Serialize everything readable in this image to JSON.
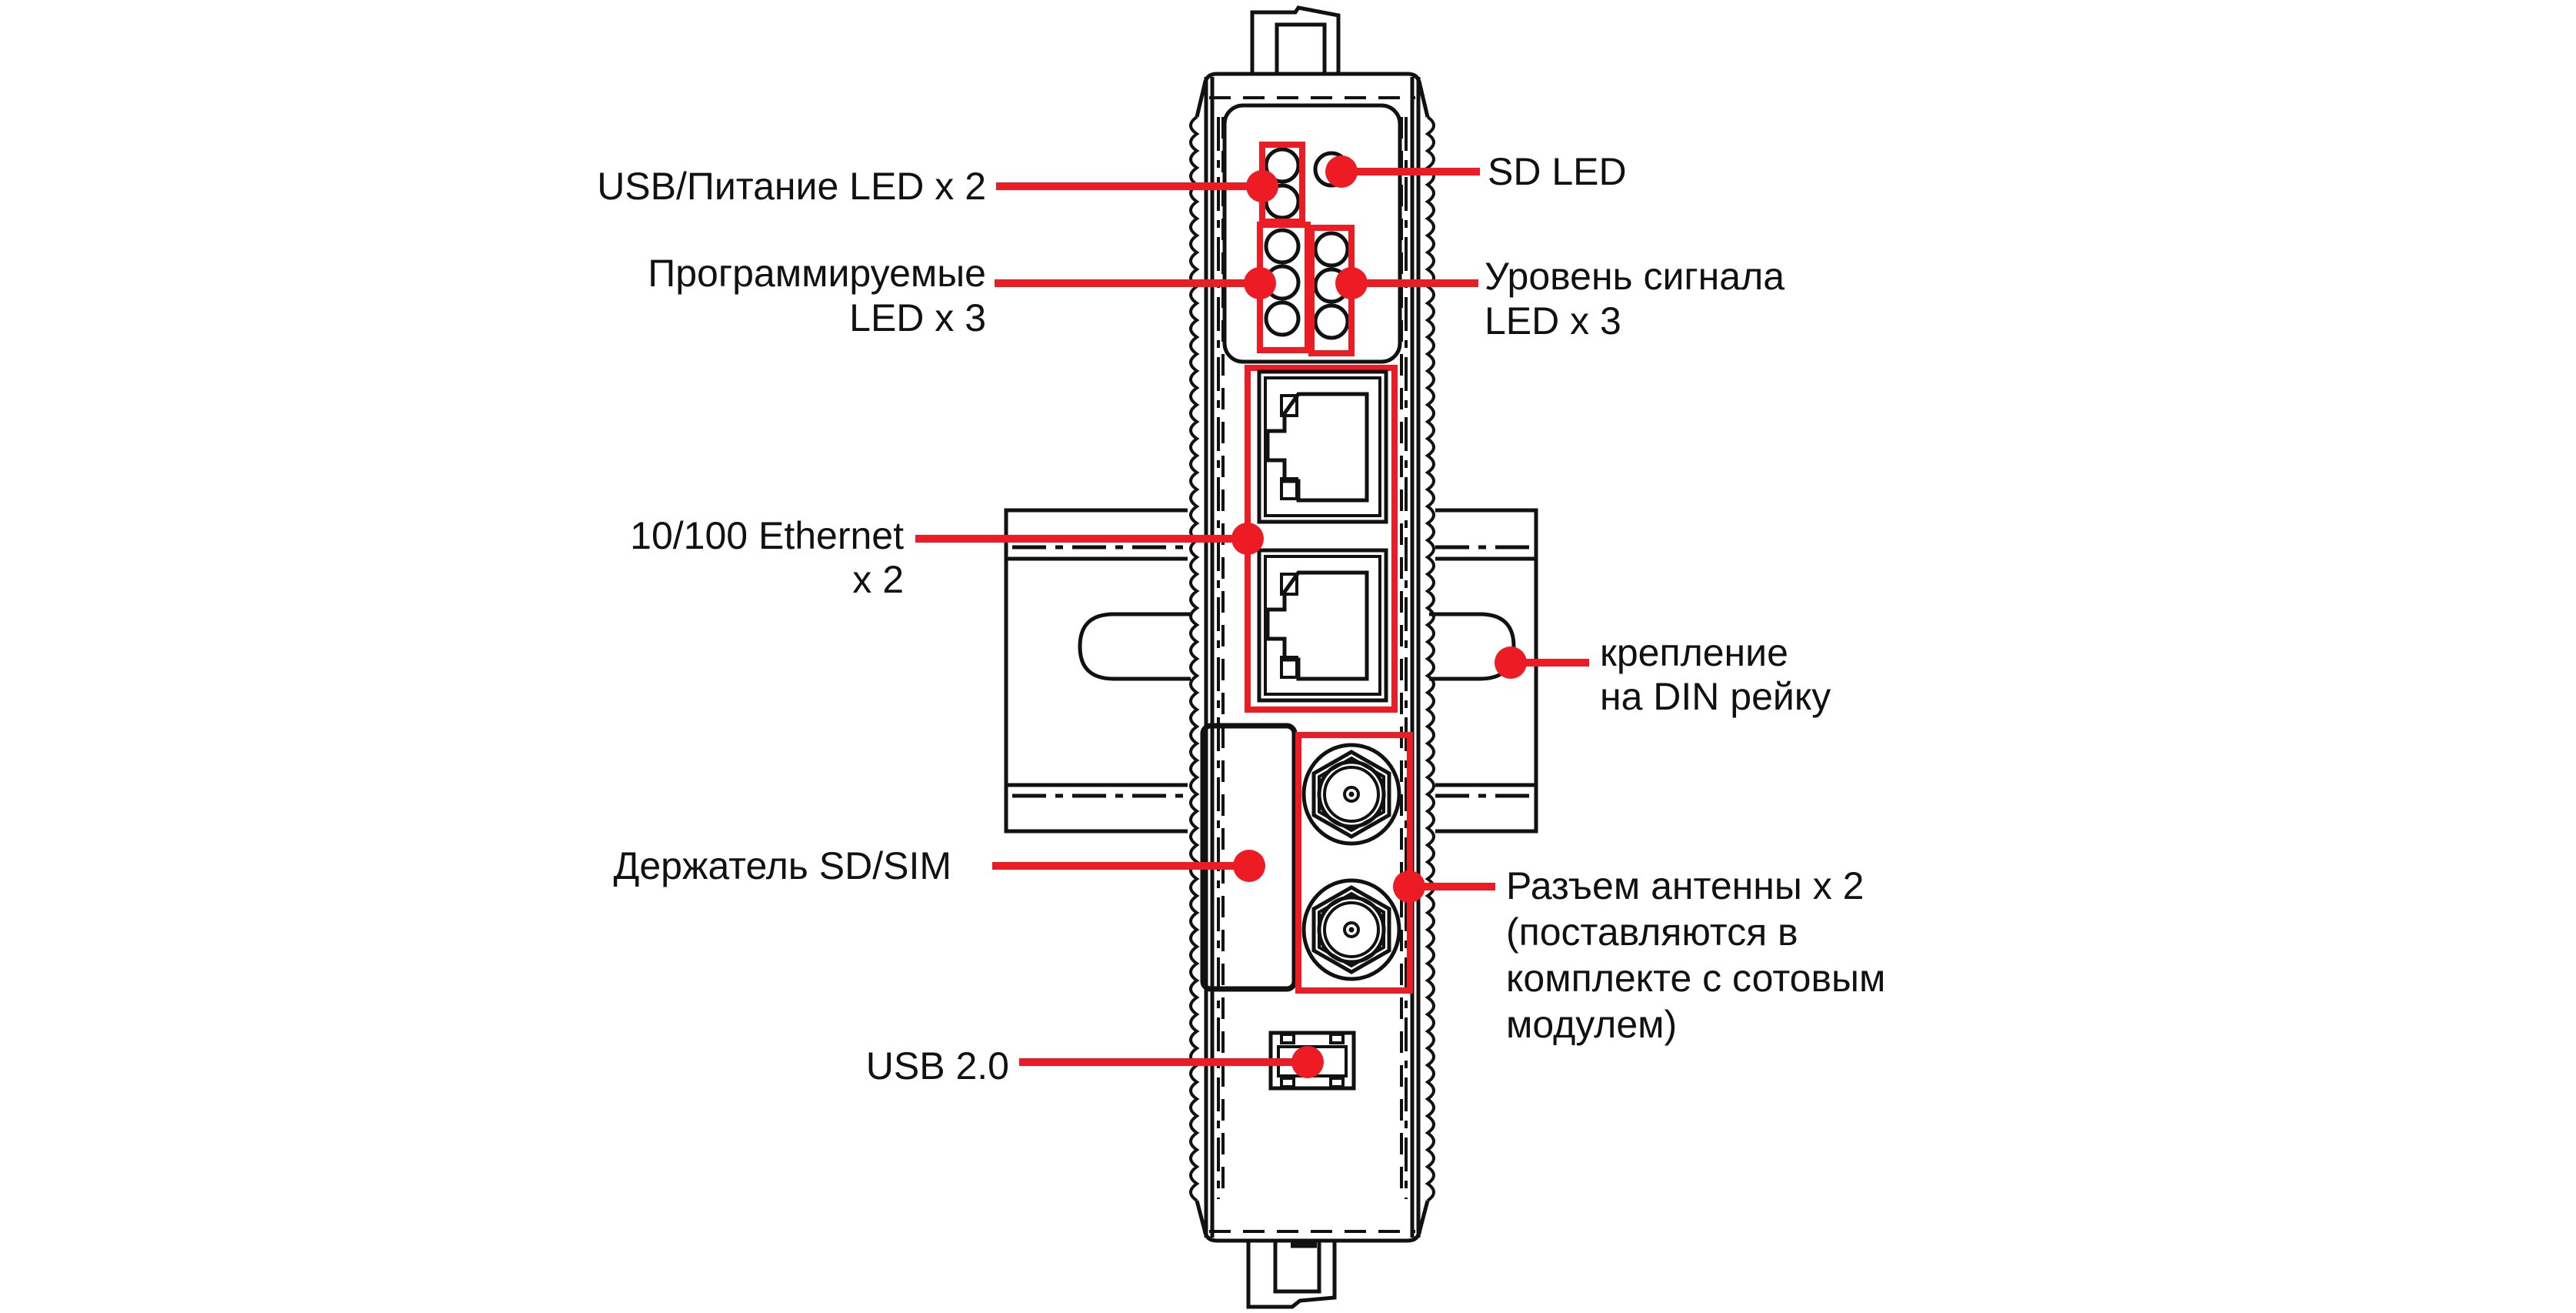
{
  "colors": {
    "accent": "#ED1C24",
    "ink": "#111111",
    "background": "#FFFFFF"
  },
  "callouts": {
    "usb_power_led": {
      "label": "USB/Питание LED x 2"
    },
    "programmable_led": {
      "line1": "Программируемые",
      "line2": "LED x 3"
    },
    "ethernet": {
      "line1": "10/100 Ethernet",
      "line2": "x 2"
    },
    "sd_sim": {
      "label": "Держатель SD/SIM"
    },
    "usb": {
      "label": "USB 2.0"
    },
    "sd_led": {
      "label": "SD LED"
    },
    "signal_led": {
      "line1": "Уровень сигнала",
      "line2": "LED x 3"
    },
    "din_rail": {
      "line1": "крепление",
      "line2": "на DIN рейку"
    },
    "antenna": {
      "line1": "Разъем антенны x 2",
      "line2": "(поставляются в",
      "line3": "комплекте с сотовым",
      "line4": "модулем)"
    }
  }
}
